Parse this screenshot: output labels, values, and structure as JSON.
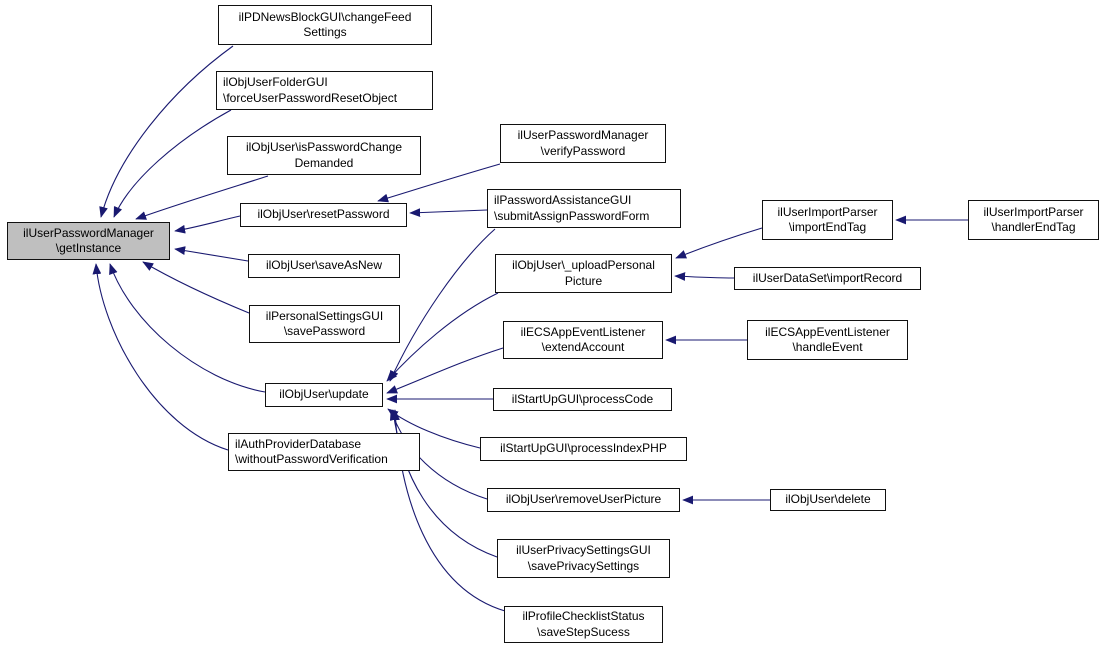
{
  "diagram": {
    "type": "call-graph",
    "description": "Caller graph: boxes are functions, arrows point from caller to callee",
    "root_id": "getInstance"
  },
  "colors": {
    "edge": "#191970",
    "node_border": "#111111",
    "node_fill": "#ffffff",
    "root_fill": "#bfbfbf",
    "background": "#ffffff",
    "text": "#000000"
  },
  "nodes": [
    {
      "id": "getInstance",
      "label": "ilUserPasswordManager\\getInstance",
      "lines": [
        "ilUserPasswordManager",
        "\\getInstance"
      ]
    },
    {
      "id": "changeFeedSettings",
      "label": "ilPDNewsBlockGUI\\changeFeedSettings",
      "lines": [
        "ilPDNewsBlockGUI\\changeFeed",
        "Settings"
      ]
    },
    {
      "id": "forceUserPasswordResetObject",
      "label": "ilObjUserFolderGUI\\forceUserPasswordResetObject",
      "lines": [
        "ilObjUserFolderGUI",
        "\\forceUserPasswordResetObject"
      ]
    },
    {
      "id": "isPasswordChangeDemanded",
      "label": "ilObjUser\\isPasswordChangeDemanded",
      "lines": [
        "ilObjUser\\isPasswordChange",
        "Demanded"
      ]
    },
    {
      "id": "resetPassword",
      "label": "ilObjUser\\resetPassword",
      "lines": [
        "ilObjUser\\resetPassword"
      ]
    },
    {
      "id": "saveAsNew",
      "label": "ilObjUser\\saveAsNew",
      "lines": [
        "ilObjUser\\saveAsNew"
      ]
    },
    {
      "id": "savePassword",
      "label": "ilPersonalSettingsGUI\\savePassword",
      "lines": [
        "ilPersonalSettingsGUI",
        "\\savePassword"
      ]
    },
    {
      "id": "update",
      "label": "ilObjUser\\update",
      "lines": [
        "ilObjUser\\update"
      ]
    },
    {
      "id": "withoutPasswordVerification",
      "label": "ilAuthProviderDatabase\\withoutPasswordVerification",
      "lines": [
        "ilAuthProviderDatabase",
        "\\withoutPasswordVerification"
      ]
    },
    {
      "id": "verifyPassword",
      "label": "ilUserPasswordManager\\verifyPassword",
      "lines": [
        "ilUserPasswordManager",
        "\\verifyPassword"
      ]
    },
    {
      "id": "submitAssignPasswordForm",
      "label": "ilPasswordAssistanceGUI\\submitAssignPasswordForm",
      "lines": [
        "ilPasswordAssistanceGUI",
        "\\submitAssignPasswordForm"
      ]
    },
    {
      "id": "uploadPersonalPicture",
      "label": "ilObjUser\\_uploadPersonalPicture",
      "lines": [
        "ilObjUser\\_uploadPersonal",
        "Picture"
      ]
    },
    {
      "id": "extendAccount",
      "label": "ilECSAppEventListener\\extendAccount",
      "lines": [
        "ilECSAppEventListener",
        "\\extendAccount"
      ]
    },
    {
      "id": "processCode",
      "label": "ilStartUpGUI\\processCode",
      "lines": [
        "ilStartUpGUI\\processCode"
      ]
    },
    {
      "id": "processIndexPHP",
      "label": "ilStartUpGUI\\processIndexPHP",
      "lines": [
        "ilStartUpGUI\\processIndexPHP"
      ]
    },
    {
      "id": "removeUserPicture",
      "label": "ilObjUser\\removeUserPicture",
      "lines": [
        "ilObjUser\\removeUserPicture"
      ]
    },
    {
      "id": "savePrivacySettings",
      "label": "ilUserPrivacySettingsGUI\\savePrivacySettings",
      "lines": [
        "ilUserPrivacySettingsGUI",
        "\\savePrivacySettings"
      ]
    },
    {
      "id": "saveStepSucess",
      "label": "ilProfileChecklistStatus\\saveStepSucess",
      "lines": [
        "ilProfileChecklistStatus",
        "\\saveStepSucess"
      ]
    },
    {
      "id": "importEndTag",
      "label": "ilUserImportParser\\importEndTag",
      "lines": [
        "ilUserImportParser",
        "\\importEndTag"
      ]
    },
    {
      "id": "importRecord",
      "label": "ilUserDataSet\\importRecord",
      "lines": [
        "ilUserDataSet\\importRecord"
      ]
    },
    {
      "id": "handleEvent",
      "label": "ilECSAppEventListener\\handleEvent",
      "lines": [
        "ilECSAppEventListener",
        "\\handleEvent"
      ]
    },
    {
      "id": "handlerEndTag",
      "label": "ilUserImportParser\\handlerEndTag",
      "lines": [
        "ilUserImportParser",
        "\\handlerEndTag"
      ]
    },
    {
      "id": "delete",
      "label": "ilObjUser\\delete",
      "lines": [
        "ilObjUser\\delete"
      ]
    }
  ],
  "edges": [
    {
      "from": "changeFeedSettings",
      "to": "getInstance"
    },
    {
      "from": "forceUserPasswordResetObject",
      "to": "getInstance"
    },
    {
      "from": "isPasswordChangeDemanded",
      "to": "getInstance"
    },
    {
      "from": "resetPassword",
      "to": "getInstance"
    },
    {
      "from": "saveAsNew",
      "to": "getInstance"
    },
    {
      "from": "savePassword",
      "to": "getInstance"
    },
    {
      "from": "update",
      "to": "getInstance"
    },
    {
      "from": "withoutPasswordVerification",
      "to": "getInstance"
    },
    {
      "from": "verifyPassword",
      "to": "resetPassword"
    },
    {
      "from": "submitAssignPasswordForm",
      "to": "resetPassword"
    },
    {
      "from": "submitAssignPasswordForm",
      "to": "update"
    },
    {
      "from": "uploadPersonalPicture",
      "to": "update"
    },
    {
      "from": "extendAccount",
      "to": "update"
    },
    {
      "from": "processCode",
      "to": "update"
    },
    {
      "from": "processIndexPHP",
      "to": "update"
    },
    {
      "from": "removeUserPicture",
      "to": "update"
    },
    {
      "from": "savePrivacySettings",
      "to": "update"
    },
    {
      "from": "saveStepSucess",
      "to": "update"
    },
    {
      "from": "importEndTag",
      "to": "uploadPersonalPicture"
    },
    {
      "from": "importRecord",
      "to": "uploadPersonalPicture"
    },
    {
      "from": "handlerEndTag",
      "to": "importEndTag"
    },
    {
      "from": "handleEvent",
      "to": "extendAccount"
    },
    {
      "from": "delete",
      "to": "removeUserPicture"
    }
  ]
}
